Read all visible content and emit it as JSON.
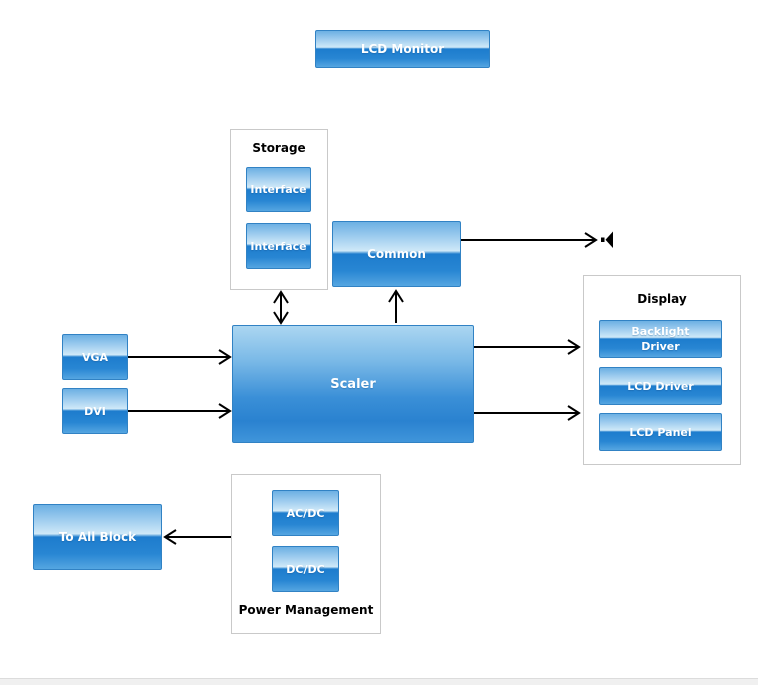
{
  "diagram": {
    "title_block": {
      "label": "LCD Monitor"
    },
    "inputs": [
      {
        "label": "VGA"
      },
      {
        "label": "DVI"
      }
    ],
    "scaler": {
      "label": "Scaler"
    },
    "common": {
      "label": "Common"
    },
    "to_all_block": {
      "label": "To All Block"
    },
    "groups": {
      "storage": {
        "title": "Storage",
        "blocks": [
          {
            "label": "Interface"
          },
          {
            "label": "Interface"
          }
        ]
      },
      "display": {
        "title": "Display",
        "blocks": [
          {
            "label": "Backlight Driver"
          },
          {
            "label": "LCD Driver"
          },
          {
            "label": "LCD Panel"
          }
        ]
      },
      "power_management": {
        "title": "Power Management",
        "blocks": [
          {
            "label": "AC/DC"
          },
          {
            "label": "DC/DC"
          }
        ]
      }
    },
    "icons": {
      "speaker": "speaker-icon"
    },
    "colors": {
      "block_gradient_top": "#6cb0e3",
      "block_gradient_light": "#cfe9f8",
      "block_gradient_dark": "#1d7ccd",
      "block_border": "#3182c4",
      "group_border": "#c9c9c9",
      "arrow": "#000000",
      "group_title_text": "#000000",
      "block_text": "#ffffff",
      "bottom_strip": "#f0f0f0"
    }
  }
}
